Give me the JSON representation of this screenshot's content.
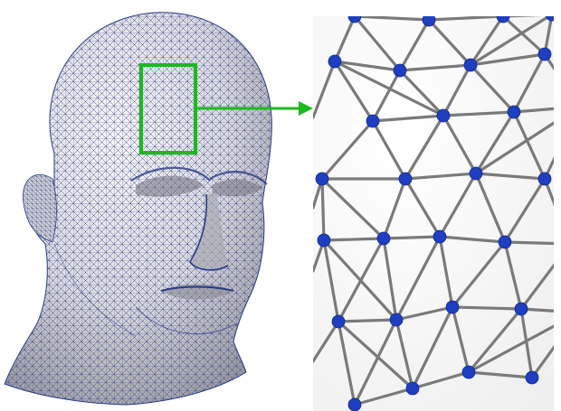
{
  "figure": {
    "left_panel": "head-wireframe-mesh",
    "right_panel": "mesh-detail-zoom",
    "annotation": "zoom-region-box-with-arrow"
  },
  "colors": {
    "background": "#ffffff",
    "mesh_edge": "#2a3a86",
    "head_shading_light": "#f2f2f4",
    "head_shading_mid": "#c9c9ce",
    "head_shading_dark": "#8a8a92",
    "highlight": "#1aba1a",
    "vertex": "#1f3fc0",
    "detail_edge": "#7a7a7a",
    "detail_background": "#ffffff"
  },
  "icons": [
    "green-highlight-box",
    "green-arrow"
  ]
}
